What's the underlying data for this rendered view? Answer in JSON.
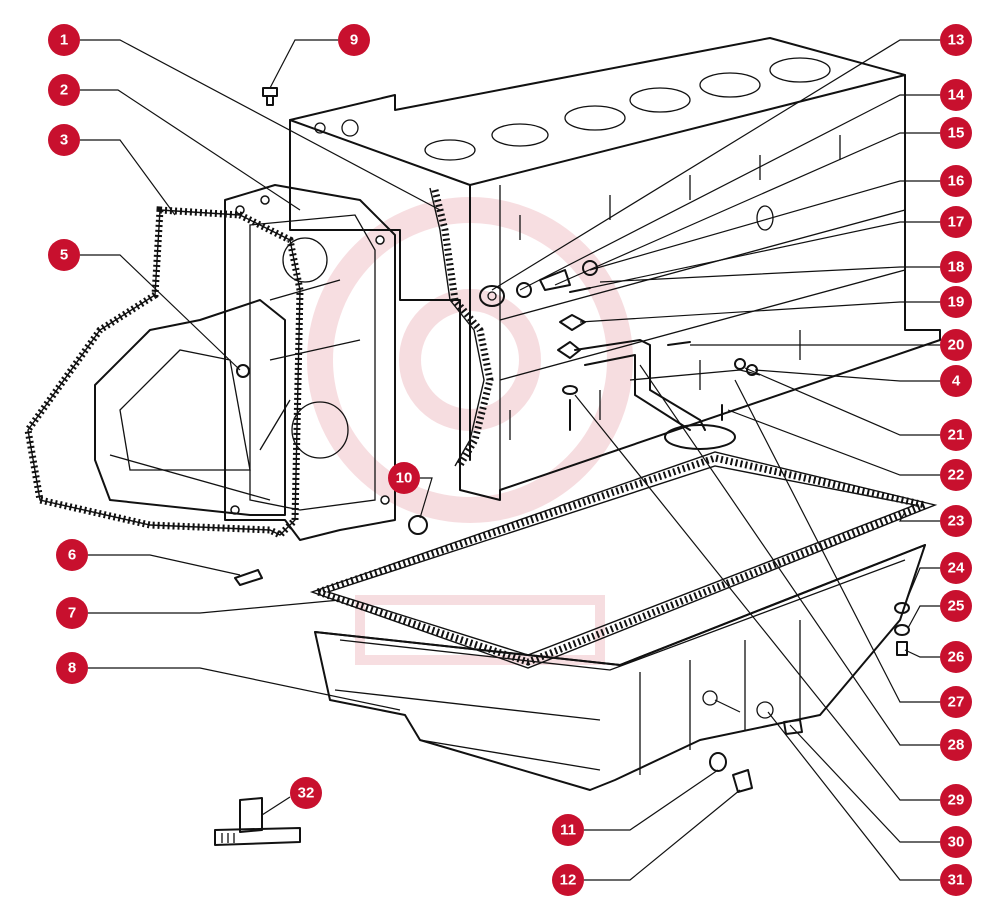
{
  "diagram": {
    "callouts": [
      {
        "n": "1"
      },
      {
        "n": "2"
      },
      {
        "n": "3"
      },
      {
        "n": "5"
      },
      {
        "n": "9"
      },
      {
        "n": "10"
      },
      {
        "n": "6"
      },
      {
        "n": "7"
      },
      {
        "n": "8"
      },
      {
        "n": "11"
      },
      {
        "n": "12"
      },
      {
        "n": "32"
      },
      {
        "n": "13"
      },
      {
        "n": "14"
      },
      {
        "n": "15"
      },
      {
        "n": "16"
      },
      {
        "n": "17"
      },
      {
        "n": "18"
      },
      {
        "n": "19"
      },
      {
        "n": "20"
      },
      {
        "n": "4"
      },
      {
        "n": "21"
      },
      {
        "n": "22"
      },
      {
        "n": "23"
      },
      {
        "n": "24"
      },
      {
        "n": "25"
      },
      {
        "n": "26"
      },
      {
        "n": "27"
      },
      {
        "n": "28"
      },
      {
        "n": "29"
      },
      {
        "n": "30"
      },
      {
        "n": "31"
      }
    ],
    "callout_color": "#c8102e",
    "watermark_color": "#e8a0a8"
  }
}
